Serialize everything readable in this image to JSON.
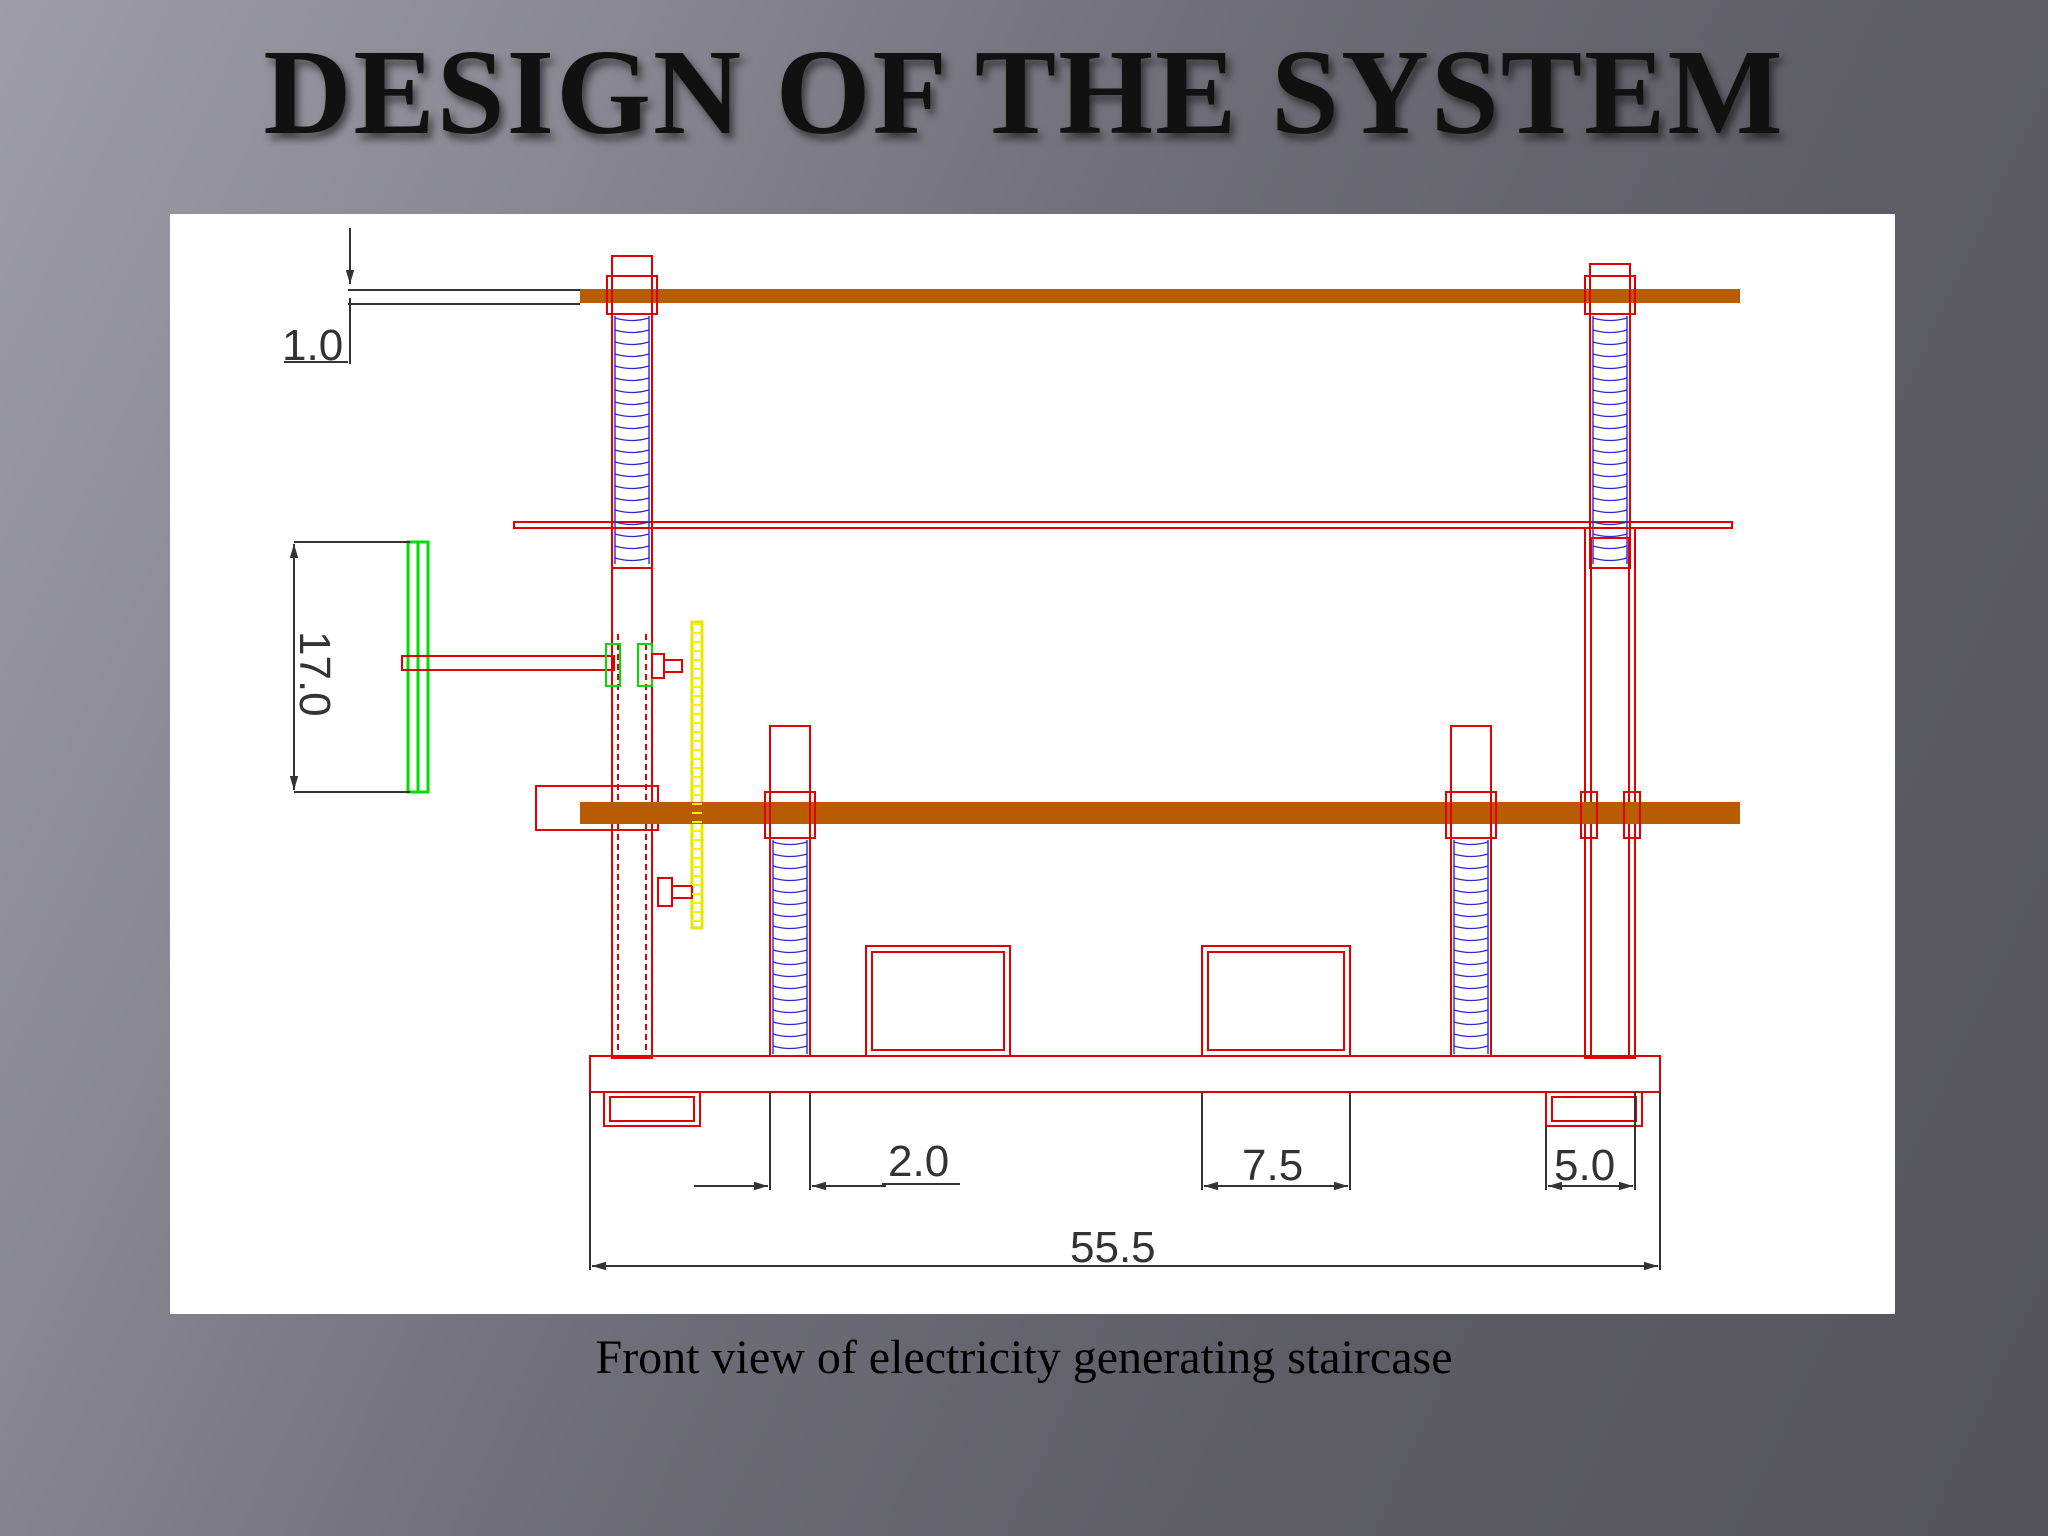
{
  "slide": {
    "title": "DESIGN OF THE SYSTEM",
    "caption": "Front view of electricity generating staircase"
  },
  "drawing": {
    "dimensions": {
      "top_gap": "1.0",
      "pedal_height": "17.0",
      "spring_gap": "2.0",
      "box_width": "7.5",
      "leg_width": "5.0",
      "overall_width": "55.5"
    },
    "colors": {
      "plank": "#b85c00",
      "frame": "#e00000",
      "spring": "#2a2ad0",
      "pedal": "#00dd00",
      "rack": "#f2f200",
      "dimension": "#333333"
    }
  }
}
